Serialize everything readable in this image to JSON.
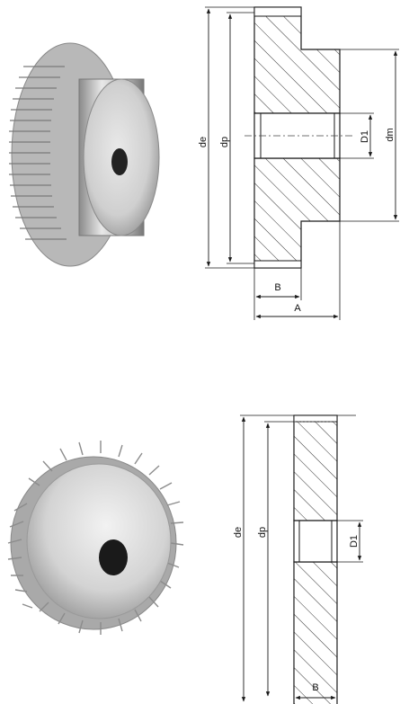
{
  "top_figure": {
    "labels": {
      "de": "de",
      "dp": "dp",
      "dm": "dm",
      "d1": "D1",
      "a": "A",
      "b": "B"
    }
  },
  "bottom_figure": {
    "labels": {
      "de": "de",
      "dp": "dp",
      "d1": "D1",
      "b": "B"
    }
  },
  "colors": {
    "line": "#1a1a1a",
    "hatch": "#333333",
    "steel_light": "#eeeeee",
    "steel_dark": "#6f6f6f"
  }
}
